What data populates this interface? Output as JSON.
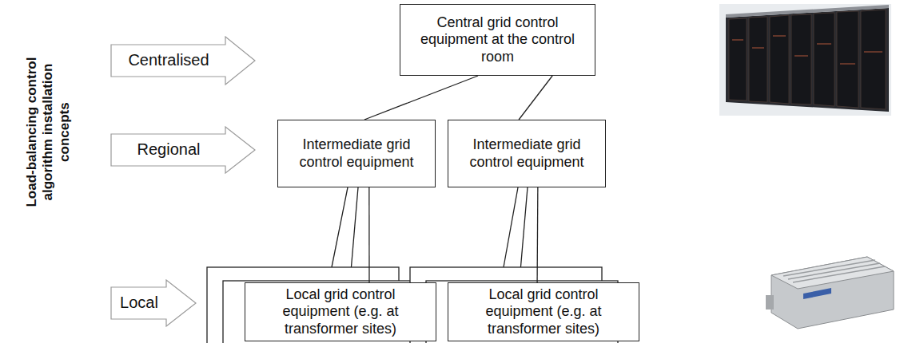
{
  "diagram": {
    "nodes": [
      {
        "text": [
          "Centralised"
        ]
      },
      {
        "text": [
          "Central grid control equipment at the control room"
        ]
      },
      {
        "text": [
          "Regional"
        ]
      },
      {
        "text": [
          "Intermediate grid control equipment"
        ]
      },
      {
        "text": [
          "Intermediate grid control equipment"
        ]
      },
      {
        "text": [
          "Local"
        ]
      },
      {
        "text": [
          "Local grid control equipment (e.g. at transformer sites)"
        ]
      },
      {
        "text": [
          "Local grid control equipment (e.g. at transformer sites)"
        ]
      }
    ],
    "edges": [
      {
        "from": 1,
        "to": 3,
        "arrow": "none"
      },
      {
        "from": 1,
        "to": 4,
        "arrow": "none"
      },
      {
        "from": 3,
        "to": 6,
        "arrow": "none"
      },
      {
        "from": 4,
        "to": 7,
        "arrow": "none"
      }
    ],
    "labels": [
      "Load-balancing control algorithm installation concepts"
    ]
  }
}
